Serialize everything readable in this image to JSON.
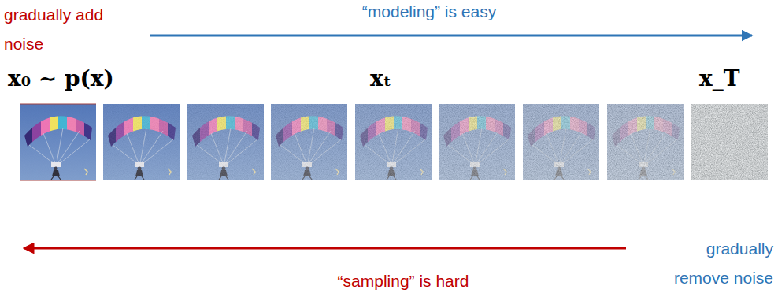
{
  "diagram": {
    "labels": [
      "gradually add noise",
      "“modeling” is easy",
      "x₀ ∼ p(x)",
      "xₜ",
      "x_T",
      "“sampling” is hard",
      "gradually remove noise"
    ]
  }
}
